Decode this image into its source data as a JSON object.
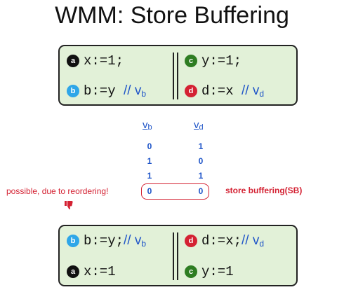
{
  "title": "WMM: Store Buffering",
  "box1": {
    "left": [
      {
        "badge": "a",
        "code": "x:=1;",
        "comment": ""
      },
      {
        "badge": "b",
        "code": "b:=y ",
        "comment": "// v",
        "sub": "b"
      }
    ],
    "right": [
      {
        "badge": "c",
        "code": "y:=1;",
        "comment": ""
      },
      {
        "badge": "d",
        "code": "d:=x ",
        "comment": "// v",
        "sub": "d"
      }
    ]
  },
  "table": {
    "headers": [
      {
        "text": "v",
        "sub": "b"
      },
      {
        "text": "v",
        "sub": "d"
      }
    ],
    "rows": [
      [
        "0",
        "1"
      ],
      [
        "1",
        "0"
      ],
      [
        "1",
        "1"
      ],
      [
        "0",
        "0"
      ]
    ]
  },
  "note_left": "possible, due to reordering!",
  "note_right": "store buffering(SB)",
  "box2": {
    "left": [
      {
        "badge": "b",
        "code": "b:=y;",
        "comment": "// v",
        "sub": "b"
      },
      {
        "badge": "a",
        "code": "x:=1",
        "comment": ""
      }
    ],
    "right": [
      {
        "badge": "d",
        "code": "d:=x;",
        "comment": "// v",
        "sub": "d"
      },
      {
        "badge": "c",
        "code": "y:=1",
        "comment": ""
      }
    ]
  },
  "colors": {
    "box_bg": "#e2f1d8",
    "blue_text": "#1f55c8",
    "red": "#d42233",
    "badge_a": "#111111",
    "badge_b": "#2ea6e8",
    "badge_c": "#2e7d22",
    "badge_d": "#d42233"
  },
  "icons": {
    "thumb": "thumbs-down-icon"
  }
}
